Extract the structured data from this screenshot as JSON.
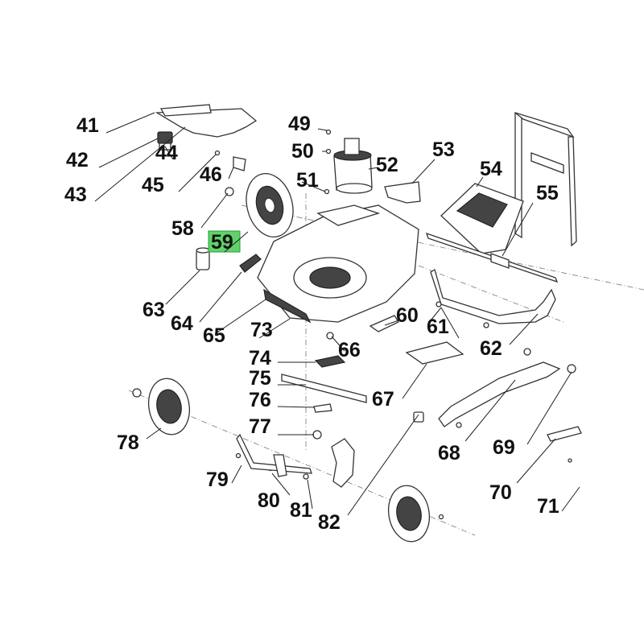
{
  "diagram": {
    "labels": [
      "41",
      "42",
      "43",
      "44",
      "45",
      "46",
      "49",
      "50",
      "51",
      "52",
      "53",
      "54",
      "55",
      "58",
      "59",
      "60",
      "61",
      "62",
      "63",
      "64",
      "65",
      "66",
      "67",
      "68",
      "69",
      "70",
      "71",
      "73",
      "74",
      "75",
      "76",
      "77",
      "78",
      "79",
      "80",
      "81",
      "82"
    ],
    "highlighted_label": "59",
    "highlight_color": "#5fd36a"
  }
}
